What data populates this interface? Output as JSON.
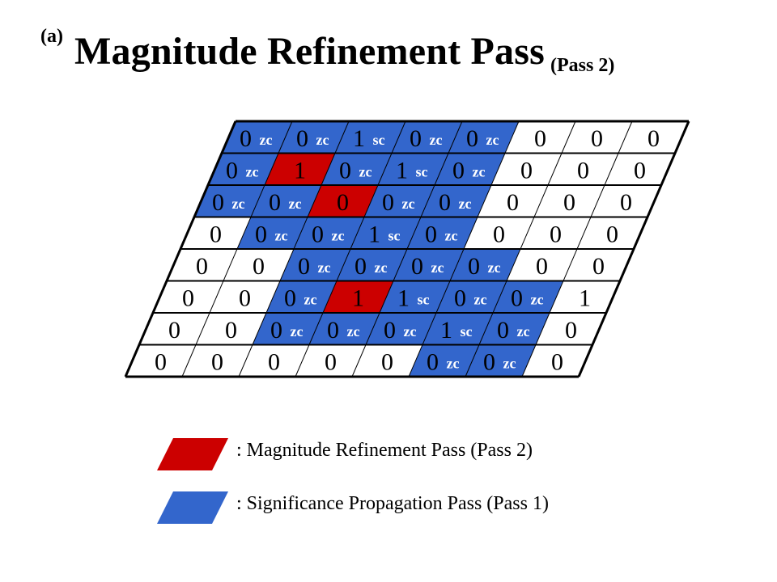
{
  "title": {
    "marker": "(a)",
    "main": "Magnitude Refinement Pass",
    "sub": "(Pass 2)"
  },
  "colors": {
    "refinement": "#cc0000",
    "significance": "#3366cc",
    "grid": "#000000",
    "background": "#ffffff"
  },
  "grid": {
    "rows": [
      [
        {
          "v": "0",
          "t": "zc",
          "c": "b"
        },
        {
          "v": "0",
          "t": "zc",
          "c": "b"
        },
        {
          "v": "1",
          "t": "sc",
          "c": "b"
        },
        {
          "v": "0",
          "t": "zc",
          "c": "b"
        },
        {
          "v": "0",
          "t": "zc",
          "c": "b"
        },
        {
          "v": "0",
          "t": "",
          "c": ""
        },
        {
          "v": "0",
          "t": "",
          "c": ""
        },
        {
          "v": "0",
          "t": "",
          "c": ""
        }
      ],
      [
        {
          "v": "0",
          "t": "zc",
          "c": "b"
        },
        {
          "v": "1",
          "t": "",
          "c": "r"
        },
        {
          "v": "0",
          "t": "zc",
          "c": "b"
        },
        {
          "v": "1",
          "t": "sc",
          "c": "b"
        },
        {
          "v": "0",
          "t": "zc",
          "c": "b"
        },
        {
          "v": "0",
          "t": "",
          "c": ""
        },
        {
          "v": "0",
          "t": "",
          "c": ""
        },
        {
          "v": "0",
          "t": "",
          "c": ""
        }
      ],
      [
        {
          "v": "0",
          "t": "zc",
          "c": "b"
        },
        {
          "v": "0",
          "t": "zc",
          "c": "b"
        },
        {
          "v": "0",
          "t": "",
          "c": "r"
        },
        {
          "v": "0",
          "t": "zc",
          "c": "b"
        },
        {
          "v": "0",
          "t": "zc",
          "c": "b"
        },
        {
          "v": "0",
          "t": "",
          "c": ""
        },
        {
          "v": "0",
          "t": "",
          "c": ""
        },
        {
          "v": "0",
          "t": "",
          "c": ""
        }
      ],
      [
        {
          "v": "0",
          "t": "",
          "c": ""
        },
        {
          "v": "0",
          "t": "zc",
          "c": "b"
        },
        {
          "v": "0",
          "t": "zc",
          "c": "b"
        },
        {
          "v": "1",
          "t": "sc",
          "c": "b"
        },
        {
          "v": "0",
          "t": "zc",
          "c": "b"
        },
        {
          "v": "0",
          "t": "",
          "c": ""
        },
        {
          "v": "0",
          "t": "",
          "c": ""
        },
        {
          "v": "0",
          "t": "",
          "c": ""
        }
      ],
      [
        {
          "v": "0",
          "t": "",
          "c": ""
        },
        {
          "v": "0",
          "t": "",
          "c": ""
        },
        {
          "v": "0",
          "t": "zc",
          "c": "b"
        },
        {
          "v": "0",
          "t": "zc",
          "c": "b"
        },
        {
          "v": "0",
          "t": "zc",
          "c": "b"
        },
        {
          "v": "0",
          "t": "zc",
          "c": "b"
        },
        {
          "v": "0",
          "t": "",
          "c": ""
        },
        {
          "v": "0",
          "t": "",
          "c": ""
        }
      ],
      [
        {
          "v": "0",
          "t": "",
          "c": ""
        },
        {
          "v": "0",
          "t": "",
          "c": ""
        },
        {
          "v": "0",
          "t": "zc",
          "c": "b"
        },
        {
          "v": "1",
          "t": "",
          "c": "r"
        },
        {
          "v": "1",
          "t": "sc",
          "c": "b"
        },
        {
          "v": "0",
          "t": "zc",
          "c": "b"
        },
        {
          "v": "0",
          "t": "zc",
          "c": "b"
        },
        {
          "v": "1",
          "t": "",
          "c": ""
        }
      ],
      [
        {
          "v": "0",
          "t": "",
          "c": ""
        },
        {
          "v": "0",
          "t": "",
          "c": ""
        },
        {
          "v": "0",
          "t": "zc",
          "c": "b"
        },
        {
          "v": "0",
          "t": "zc",
          "c": "b"
        },
        {
          "v": "0",
          "t": "zc",
          "c": "b"
        },
        {
          "v": "1",
          "t": "sc",
          "c": "b"
        },
        {
          "v": "0",
          "t": "zc",
          "c": "b"
        },
        {
          "v": "0",
          "t": "",
          "c": ""
        }
      ],
      [
        {
          "v": "0",
          "t": "",
          "c": ""
        },
        {
          "v": "0",
          "t": "",
          "c": ""
        },
        {
          "v": "0",
          "t": "",
          "c": ""
        },
        {
          "v": "0",
          "t": "",
          "c": ""
        },
        {
          "v": "0",
          "t": "",
          "c": ""
        },
        {
          "v": "0",
          "t": "zc",
          "c": "b"
        },
        {
          "v": "0",
          "t": "zc",
          "c": "b"
        },
        {
          "v": "0",
          "t": "",
          "c": ""
        }
      ]
    ]
  },
  "legend": [
    {
      "color_key": "refinement",
      "label": ": Magnitude Refinement Pass (Pass 2)"
    },
    {
      "color_key": "significance",
      "label": ": Significance Propagation Pass (Pass 1)"
    }
  ]
}
